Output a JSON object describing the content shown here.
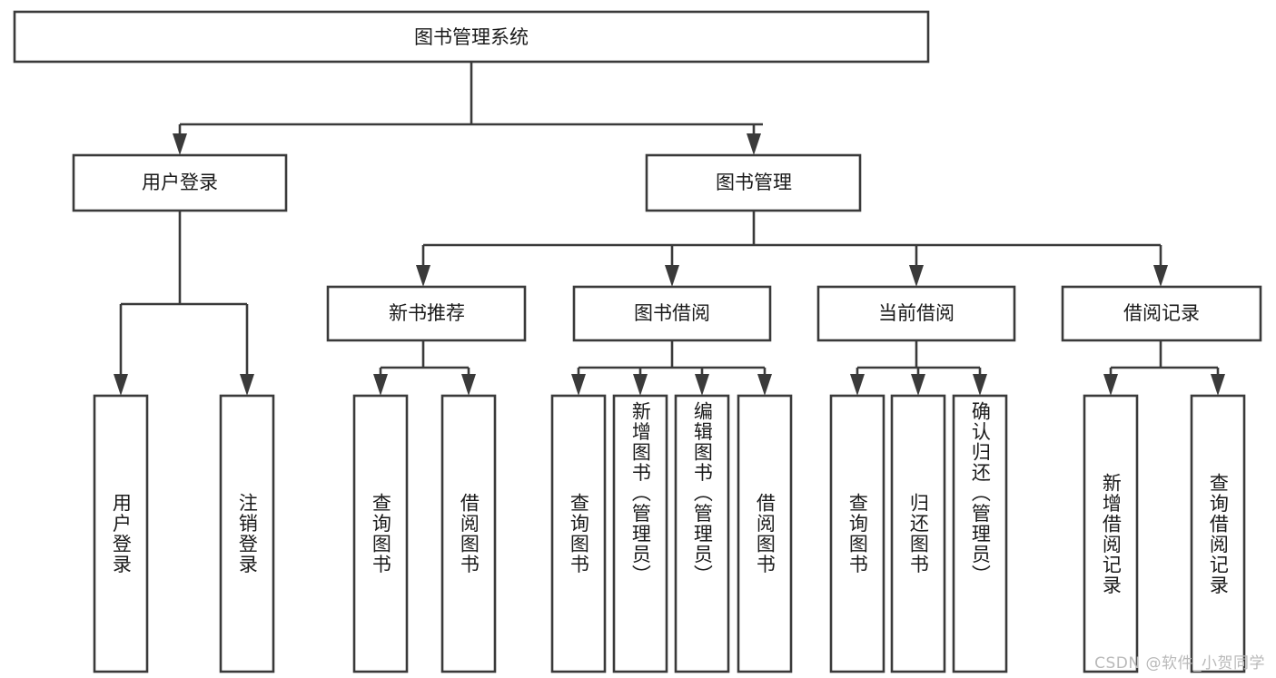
{
  "diagram": {
    "type": "tree",
    "title": "图书管理系统",
    "orientation": "top-down",
    "colors": {
      "box_stroke": "#3a3a3a",
      "box_fill": "#ffffff",
      "connector": "#3a3a3a",
      "label_text": "#1a1a1a",
      "watermark": "#b9b9b9",
      "background": "#ffffff"
    },
    "root": {
      "label": "图书管理系统",
      "text_orientation": "horizontal"
    },
    "level2": [
      {
        "label": "用户登录",
        "text_orientation": "horizontal"
      },
      {
        "label": "图书管理",
        "text_orientation": "horizontal"
      }
    ],
    "level3": [
      {
        "label": "新书推荐",
        "text_orientation": "horizontal"
      },
      {
        "label": "图书借阅",
        "text_orientation": "horizontal"
      },
      {
        "label": "当前借阅",
        "text_orientation": "horizontal"
      },
      {
        "label": "借阅记录",
        "text_orientation": "horizontal"
      }
    ],
    "leaves": {
      "user_login": [
        {
          "label": "用户登录",
          "text_orientation": "vertical"
        },
        {
          "label": "注销登录",
          "text_orientation": "vertical"
        }
      ],
      "new_book_recommend": [
        {
          "label": "查询图书",
          "text_orientation": "vertical"
        },
        {
          "label": "借阅图书",
          "text_orientation": "vertical"
        }
      ],
      "book_borrow": [
        {
          "label": "查询图书",
          "text_orientation": "vertical"
        },
        {
          "label": "新增图书（管理员）",
          "text_orientation": "vertical"
        },
        {
          "label": "编辑图书（管理员）",
          "text_orientation": "vertical"
        },
        {
          "label": "借阅图书",
          "text_orientation": "vertical"
        }
      ],
      "current_borrow": [
        {
          "label": "查询图书",
          "text_orientation": "vertical"
        },
        {
          "label": "归还图书",
          "text_orientation": "vertical"
        },
        {
          "label": "确认归还（管理员）",
          "text_orientation": "vertical"
        }
      ],
      "borrow_record": [
        {
          "label": "新增借阅记录",
          "text_orientation": "vertical"
        },
        {
          "label": "查询借阅记录",
          "text_orientation": "vertical"
        }
      ]
    },
    "edges": [
      {
        "from": "图书管理系统",
        "to": "用户登录"
      },
      {
        "from": "图书管理系统",
        "to": "图书管理"
      },
      {
        "from": "用户登录",
        "to": "用户登录"
      },
      {
        "from": "用户登录",
        "to": "注销登录"
      },
      {
        "from": "图书管理",
        "to": "新书推荐"
      },
      {
        "from": "图书管理",
        "to": "图书借阅"
      },
      {
        "from": "图书管理",
        "to": "当前借阅"
      },
      {
        "from": "图书管理",
        "to": "借阅记录"
      },
      {
        "from": "新书推荐",
        "to": "查询图书"
      },
      {
        "from": "新书推荐",
        "to": "借阅图书"
      },
      {
        "from": "图书借阅",
        "to": "查询图书"
      },
      {
        "from": "图书借阅",
        "to": "新增图书（管理员）"
      },
      {
        "from": "图书借阅",
        "to": "编辑图书（管理员）"
      },
      {
        "from": "图书借阅",
        "to": "借阅图书"
      },
      {
        "from": "当前借阅",
        "to": "查询图书"
      },
      {
        "from": "当前借阅",
        "to": "归还图书"
      },
      {
        "from": "当前借阅",
        "to": "确认归还（管理员）"
      },
      {
        "from": "借阅记录",
        "to": "新增借阅记录"
      },
      {
        "from": "借阅记录",
        "to": "查询借阅记录"
      }
    ]
  },
  "watermark": {
    "text": "CSDN @软件_小贺同学"
  }
}
